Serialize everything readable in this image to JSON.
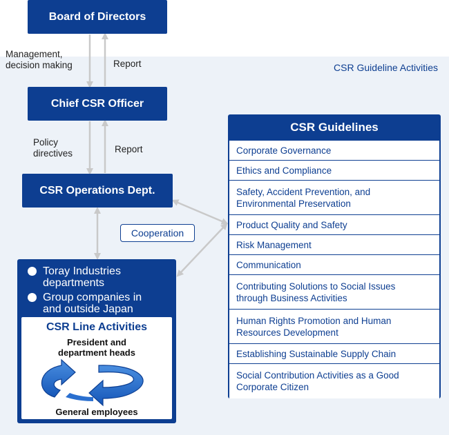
{
  "board": "Board of Directors",
  "officer": "Chief CSR Officer",
  "ops": "CSR Operations Dept.",
  "labels": {
    "mgmt_1": "Management,",
    "mgmt_2": "decision making",
    "report_1": "Report",
    "policy_1": "Policy",
    "policy_2": "directives",
    "report_2": "Report",
    "cooperation": "Cooperation"
  },
  "panel_title": "CSR Guideline Activities",
  "guidelines": {
    "title": "CSR Guidelines",
    "items": [
      [
        "Corporate Governance"
      ],
      [
        "Ethics and Compliance"
      ],
      [
        "Safety, Accident Prevention, and",
        "Environmental Preservation"
      ],
      [
        "Product Quality and Safety"
      ],
      [
        "Risk Management"
      ],
      [
        "Communication"
      ],
      [
        "Contributing Solutions to Social Issues",
        "through Business Activities"
      ],
      [
        "Human Rights Promotion and Human",
        "Resources Development"
      ],
      [
        "Establishing Sustainable Supply Chain"
      ],
      [
        "Social Contribution Activities as a Good",
        "Corporate Citizen"
      ]
    ]
  },
  "left_block": {
    "bullet_1": [
      "Toray Industries",
      "departments"
    ],
    "bullet_2": [
      "Group companies in",
      "and outside Japan"
    ],
    "line_title": "CSR Line Activities",
    "president": [
      "President and",
      "department heads"
    ],
    "general": "General employees"
  },
  "colors": {
    "navy": "#0d3e91",
    "panel_bg": "#edf2f8",
    "arrow": "#c9c9c9"
  }
}
